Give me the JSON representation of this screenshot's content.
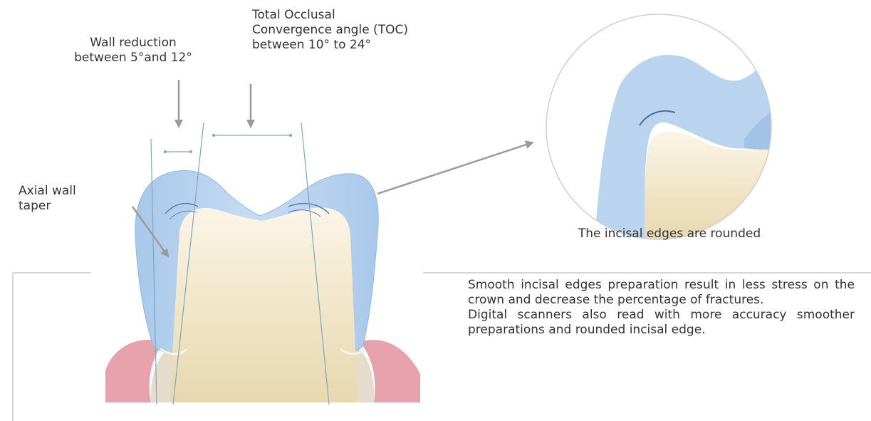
{
  "labels": {
    "wall_reduction": [
      "Wall reduction",
      "between 5°and 12°"
    ],
    "toc": [
      "Total Occlusal",
      "Convergence angle (TOC)",
      "between 10° to 24°"
    ],
    "axial_taper": [
      "Axial wall",
      "taper"
    ],
    "rounded_caption": "The incisal edges are rounded"
  },
  "description": [
    "Smooth incisal edges preparation result in less stress on the crown and decrease the percentage of fractures.",
    "Digital scanners also read with more accuracy smoother preparations and rounded incisal edge."
  ],
  "colors": {
    "crown": "#b9d4ee",
    "crown_edge": "#8fb4dd",
    "tooth": "#f1e5c7",
    "gum": "#e7a3ad",
    "arrow": "#9a9a9a",
    "guide_line": "#7aa7c7"
  }
}
